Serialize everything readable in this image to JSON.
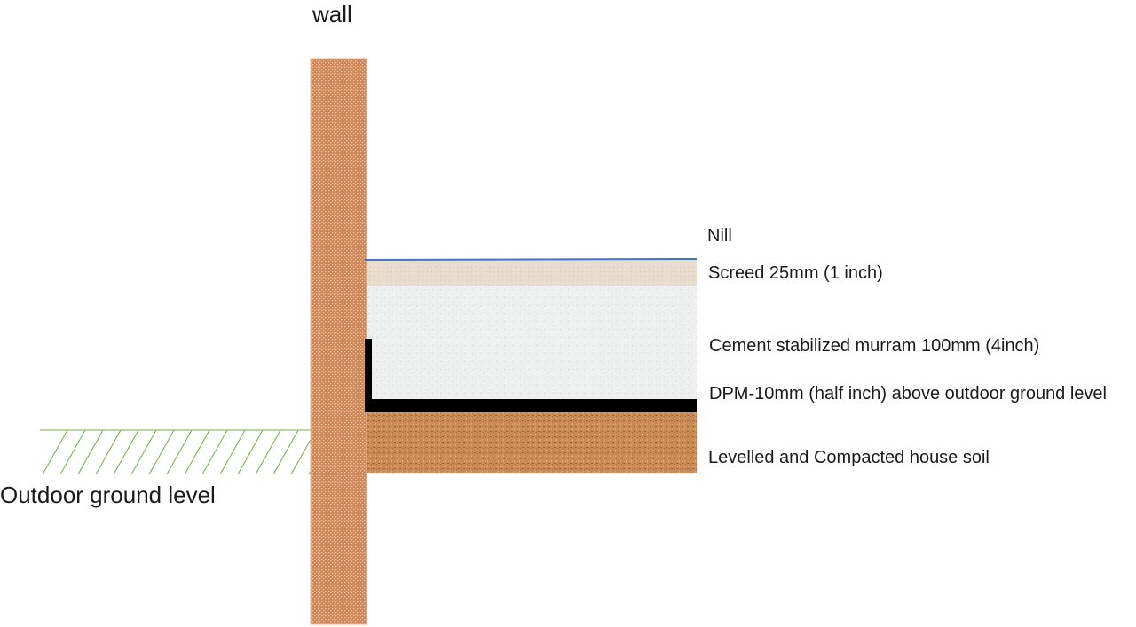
{
  "labels": {
    "wall": "wall",
    "outdoor_ground": "Outdoor ground level",
    "nill": "Nill",
    "screed": "Screed 25mm (1 inch)",
    "murram": "Cement stabilized murram 100mm (4inch)",
    "dpm": "DPM-10mm (half inch) above outdoor ground level",
    "soil": "Levelled and Compacted house soil"
  },
  "colors": {
    "wall": "#d9814b",
    "wall_speckle": "#f3c6a2",
    "screed": "#e5ddd0",
    "murram": "#eef0f0",
    "dpm": "#000000",
    "soil": "#c98a55",
    "soil_dark": "#9d6234",
    "finish_line": "#4472c4",
    "ground_hatch": "#70ad47"
  }
}
